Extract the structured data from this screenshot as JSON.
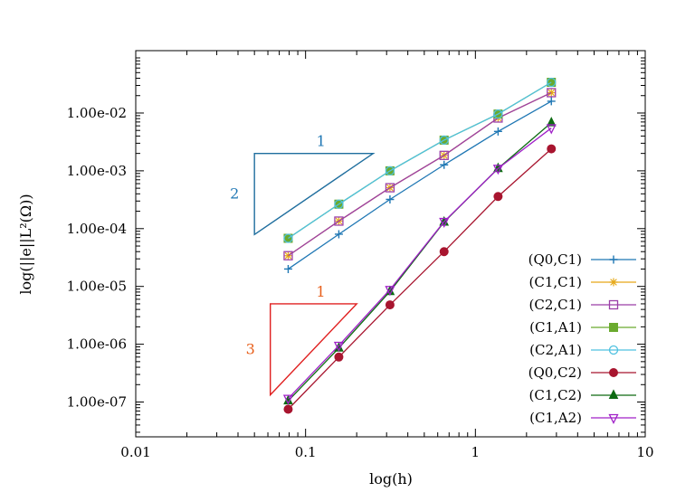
{
  "chart_data": {
    "type": "line",
    "xlabel": "log(h)",
    "ylabel": "log(||e||L²(Ω))",
    "x_scale": "log",
    "y_scale": "log",
    "xlim": [
      0.01,
      10
    ],
    "ylim": [
      2.5e-08,
      0.12
    ],
    "x_ticks": [
      0.01,
      0.1,
      1,
      10
    ],
    "x_tick_labels": [
      "0.01",
      "0.1",
      "1",
      "10"
    ],
    "y_ticks": [
      1e-07,
      1e-06,
      1e-05,
      0.0001,
      0.001,
      0.01
    ],
    "y_tick_labels": [
      "1.00e-07",
      "1.00e-06",
      "1.00e-05",
      "1.00e-04",
      "1.00e-03",
      "1.00e-02"
    ],
    "grid": false,
    "legend_position": "bottom-right",
    "x": [
      0.079,
      0.157,
      0.314,
      0.654,
      1.36,
      2.8
    ],
    "series": [
      {
        "name": "(Q0,C1)",
        "color": "#1f77b4",
        "marker": "plus",
        "values": [
          2e-05,
          8e-05,
          0.00032,
          0.00127,
          0.0048,
          0.016
        ]
      },
      {
        "name": "(C1,C1)",
        "color": "#e6a817",
        "marker": "star",
        "values": [
          3.4e-05,
          0.000135,
          0.00051,
          0.00185,
          0.0082,
          0.0225
        ]
      },
      {
        "name": "(C2,C1)",
        "color": "#9b3fa8",
        "marker": "open-square",
        "values": [
          3.4e-05,
          0.000135,
          0.00051,
          0.00185,
          0.0082,
          0.0225
        ]
      },
      {
        "name": "(C1,A1)",
        "color": "#6aaa2e",
        "marker": "filled-square",
        "values": [
          6.8e-05,
          0.000265,
          0.001,
          0.0034,
          0.0096,
          0.034
        ]
      },
      {
        "name": "(C2,A1)",
        "color": "#4fc1e0",
        "marker": "open-circle",
        "values": [
          6.8e-05,
          0.000265,
          0.001,
          0.0034,
          0.0096,
          0.034
        ]
      },
      {
        "name": "(Q0,C2)",
        "color": "#a8152f",
        "marker": "filled-circle",
        "values": [
          7.5e-08,
          6e-07,
          4.8e-06,
          4e-05,
          0.00036,
          0.0024
        ]
      },
      {
        "name": "(C1,C2)",
        "color": "#0d6b12",
        "marker": "filled-triangle",
        "values": [
          1.05e-07,
          8.6e-07,
          8.2e-06,
          0.00013,
          0.0011,
          0.0068
        ]
      },
      {
        "name": "(C1,A2)",
        "color": "#a020c8",
        "marker": "open-triangle-down",
        "values": [
          1.15e-07,
          9.5e-07,
          8.8e-06,
          0.000132,
          0.0011,
          0.0055
        ]
      }
    ],
    "annotations": [
      {
        "name": "slope-triangle-1",
        "color": "#1f6e9e",
        "label_color": "#1f77b4",
        "vertices": [
          [
            0.05,
            7.9e-05
          ],
          [
            0.05,
            0.002
          ],
          [
            0.25,
            0.002
          ]
        ],
        "run_label": "1",
        "rise_label": "2"
      },
      {
        "name": "slope-triangle-2",
        "color": "#e02020",
        "label_color": "#e8601c",
        "vertices": [
          [
            0.062,
            1.33e-07
          ],
          [
            0.062,
            5e-06
          ],
          [
            0.2,
            5e-06
          ]
        ],
        "run_label": "1",
        "rise_label": "3"
      }
    ]
  }
}
